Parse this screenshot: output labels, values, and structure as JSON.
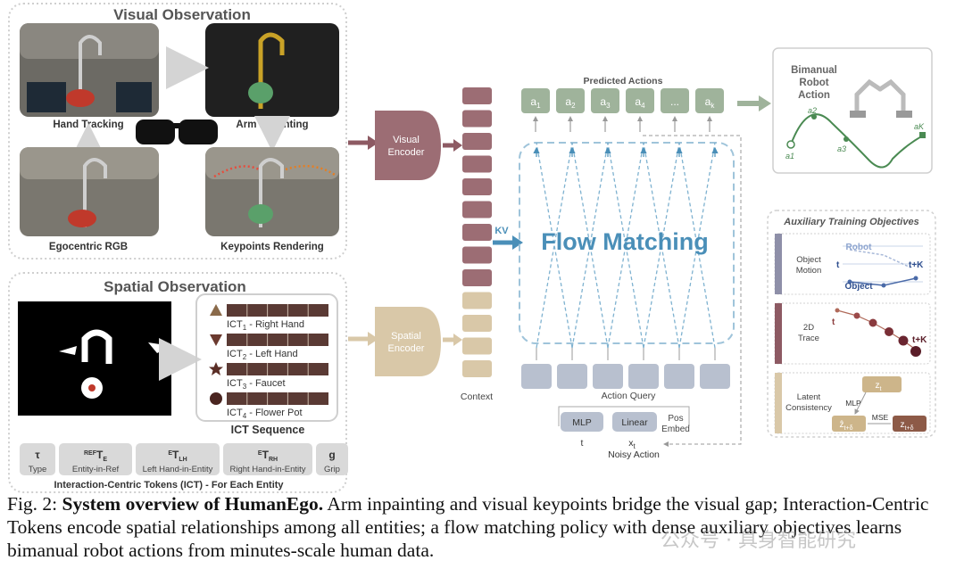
{
  "visual_observation": {
    "title": "Visual Observation",
    "panels": [
      "Hand Tracking",
      "Arm Inpainting",
      "Egocentric RGB",
      "Keypoints Rendering"
    ]
  },
  "spatial_observation": {
    "title": "Spatial Observation",
    "ict_items": [
      {
        "base": "ICT",
        "sub": "1",
        "rest": " - Right Hand"
      },
      {
        "base": "ICT",
        "sub": "2",
        "rest": " - Left Hand"
      },
      {
        "base": "ICT",
        "sub": "3",
        "rest": " - Faucet"
      },
      {
        "base": "ICT",
        "sub": "4",
        "rest": " - Flower Pot"
      }
    ],
    "ict_sequence_label": "ICT Sequence",
    "tokens": [
      {
        "symbol": "τ",
        "label": "Type"
      },
      {
        "pre": "REF",
        "main": "T",
        "sub": "E",
        "label": "Entity-in-Ref"
      },
      {
        "pre": "E",
        "main": "T",
        "sub": "LH",
        "label": "Left Hand-in-Entity"
      },
      {
        "pre": "E",
        "main": "T",
        "sub": "RH",
        "label": "Right Hand-in-Entity"
      },
      {
        "symbol": "g",
        "label": "Grip"
      }
    ],
    "tokens_caption": "Interaction-Centric Tokens (ICT) - For Each Entity"
  },
  "encoders": {
    "visual": [
      "Visual",
      "Encoder"
    ],
    "spatial": [
      "Spatial",
      "Encoder"
    ]
  },
  "context_label": "Context",
  "kv_label": "KV",
  "flow_matching_label": "Flow Matching",
  "predicted_actions": {
    "label": "Predicted Actions",
    "tokens": [
      {
        "main": "a",
        "sub": "1"
      },
      {
        "main": "a",
        "sub": "2"
      },
      {
        "main": "a",
        "sub": "3"
      },
      {
        "main": "a",
        "sub": "4"
      },
      {
        "main": "...",
        "sub": ""
      },
      {
        "main": "a",
        "sub": "k"
      }
    ]
  },
  "action_query": {
    "label": "Action Query",
    "mlp": "MLP",
    "linear": "Linear",
    "pos_embed": [
      "Pos",
      "Embed"
    ],
    "t": "t",
    "xt": {
      "main": "x",
      "sub": "t"
    },
    "noisy_action": "Noisy Action"
  },
  "bimanual": {
    "title": [
      "Bimanual",
      "Robot",
      "Action"
    ],
    "points": [
      "a1",
      "a2",
      "a3",
      "aK"
    ]
  },
  "auxiliary": {
    "title": "Auxiliary Training Objectives",
    "object_motion": {
      "label": [
        "Object",
        "Motion"
      ],
      "robot": "Robot",
      "object": "Object",
      "t": "t",
      "tk": "t+K"
    },
    "trace": {
      "label": [
        "2D",
        "Trace"
      ],
      "t": "t",
      "tk": "t+K"
    },
    "latent": {
      "label": [
        "Latent",
        "Consistency"
      ],
      "mlp": "MLP",
      "mse": "MSE",
      "z1": "z",
      "z1_sub": "t",
      "zhat": "ẑ",
      "zhat_sub": "t+δ",
      "z2": "z",
      "z2_sub": "t+δ"
    }
  },
  "caption": {
    "prefix": "Fig. 2:",
    "bold": "System overview of HumanEgo.",
    "text": "Arm inpainting and visual keypoints bridge the visual gap; Interaction-Centric Tokens encode spatial relationships among all entities; a flow matching policy with dense auxiliary objectives learns bimanual robot actions from minutes-scale human data."
  },
  "watermark": "公众号 · 具身智能研究",
  "colors": {
    "mauve": "#8d5a63",
    "mauve_light": "#9c6d74",
    "tan": "#d9c8a8",
    "sage": "#9fb39b",
    "green_line": "#4a8a52",
    "flow_blue": "#4a8fb8",
    "query_gray": "#b8c0cf",
    "ict_bar": "#5a3a34"
  }
}
